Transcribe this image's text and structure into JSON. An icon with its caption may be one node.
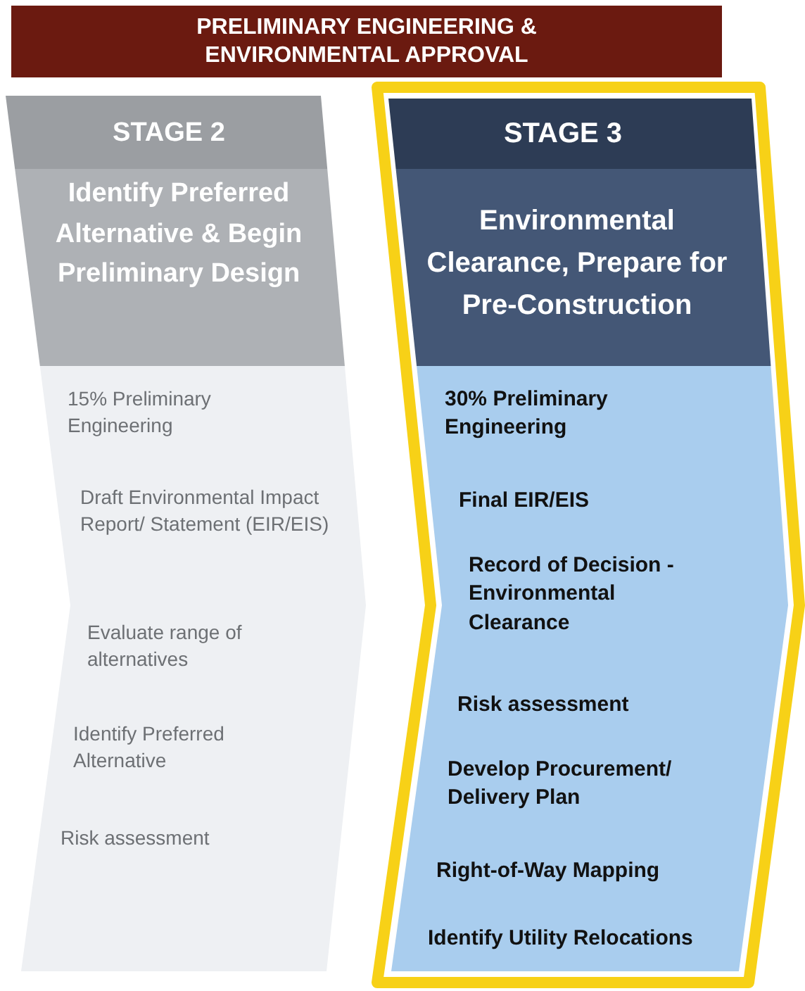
{
  "diagram": {
    "title": "PRELIMINARY ENGINEERING & ENVIRONMENTAL APPROVAL",
    "nodes": [
      {
        "text": [
          "STAGE 2",
          "Identify Preferred Alternative & Begin Preliminary Design",
          "15% Preliminary Engineering",
          "Draft Environmental Impact Report/ Statement (EIR/EIS)",
          "Evaluate range of alternatives",
          "Identify Preferred Alternative",
          "Risk assessment"
        ]
      },
      {
        "text": [
          "STAGE 3",
          "Environmental Clearance, Prepare for Pre-Construction",
          "30% Preliminary Engineering",
          "Final EIR/EIS",
          "Record of Decision - Environmental Clearance",
          "Risk assessment",
          "Develop Procurement/ Delivery Plan",
          "Right-of-Way Mapping",
          "Identify Utility Relocations"
        ]
      }
    ]
  }
}
